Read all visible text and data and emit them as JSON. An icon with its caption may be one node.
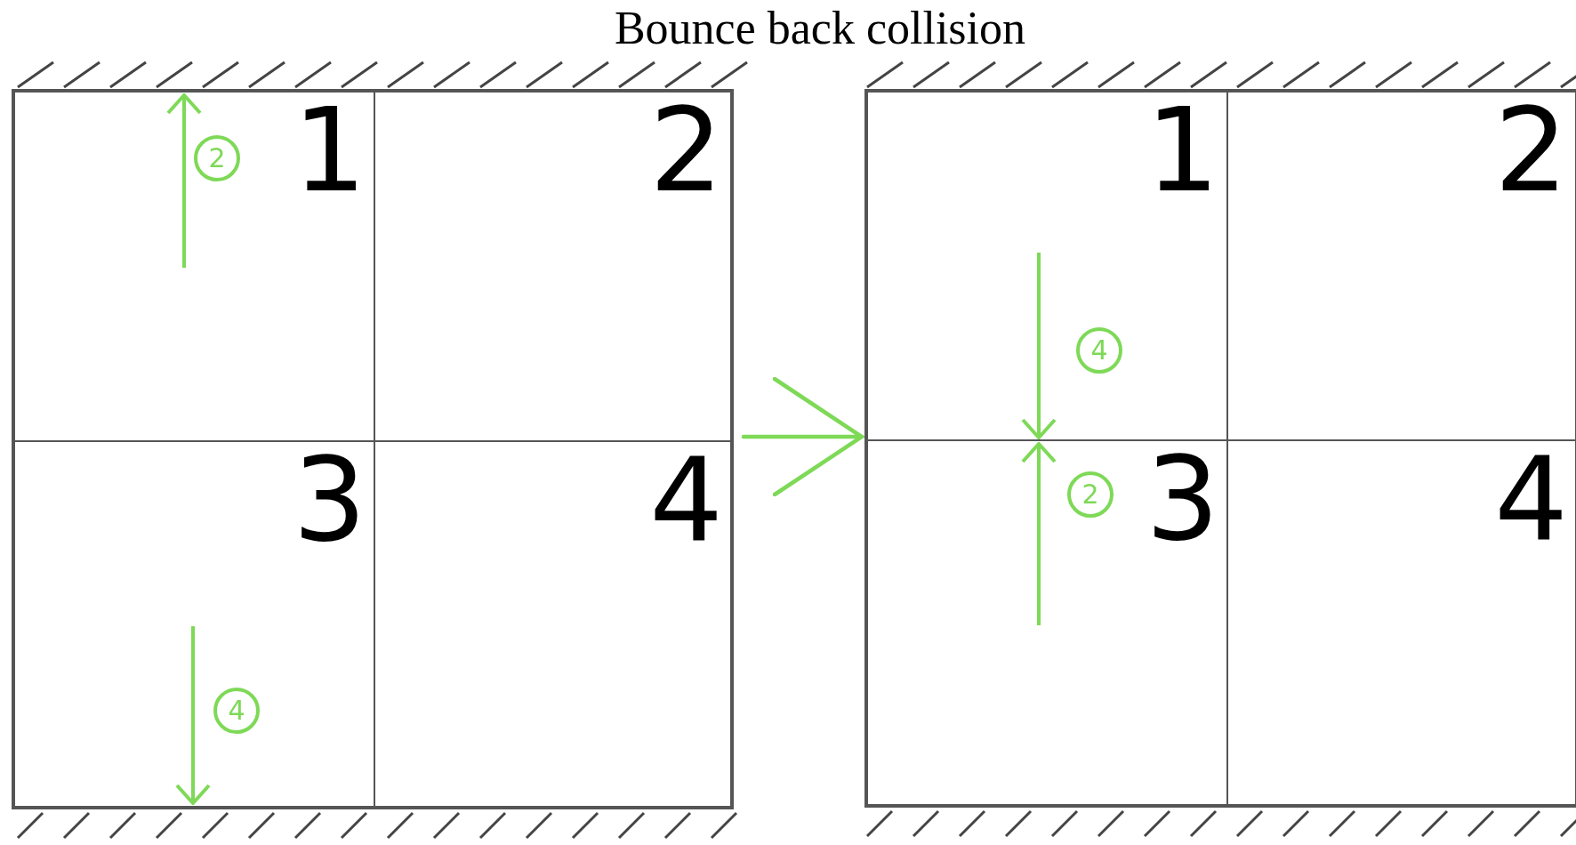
{
  "diagram": {
    "title": "Bounce back collision",
    "nodes": [
      {
        "text": [],
        "shape": "box"
      },
      {
        "text": [
          "1"
        ],
        "in": 0
      },
      {
        "text": [
          "2"
        ],
        "in": 0
      },
      {
        "text": [
          "3"
        ],
        "in": 0
      },
      {
        "text": [
          "4"
        ],
        "in": 0
      },
      {
        "text": [],
        "shape": "box"
      },
      {
        "text": [
          "1"
        ],
        "in": 5
      },
      {
        "text": [
          "2"
        ],
        "in": 5
      },
      {
        "text": [
          "3"
        ],
        "in": 5
      },
      {
        "text": [
          "4"
        ],
        "in": 5
      }
    ],
    "edges": [
      {
        "from": 0,
        "to": 5,
        "arrow": "to",
        "color": "#7ed957"
      }
    ],
    "labels": [
      "2",
      "4",
      "4",
      "2"
    ]
  }
}
